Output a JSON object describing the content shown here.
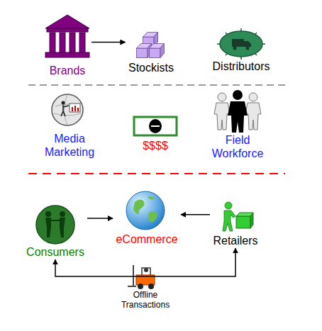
{
  "diagram": {
    "nodes": [
      {
        "text": [
          "Brands"
        ]
      },
      {
        "text": [
          "Stockists"
        ]
      },
      {
        "text": [
          "Distributors"
        ]
      },
      {
        "text": [
          "Media Marketing"
        ]
      },
      {
        "text": [
          "$$$$"
        ]
      },
      {
        "text": [
          "Field Workforce"
        ]
      },
      {
        "text": [
          "Consumers"
        ]
      },
      {
        "text": [
          "eCommerce"
        ]
      },
      {
        "text": [
          "Retailers"
        ]
      },
      {
        "text": [
          "Offline Transactions"
        ]
      }
    ],
    "edges": [
      {
        "from": 0,
        "to": 1,
        "arrow": "to"
      },
      {
        "from": 6,
        "to": 7,
        "arrow": "to"
      },
      {
        "from": 8,
        "to": 7,
        "arrow": "to"
      },
      {
        "from": 6,
        "to": 8,
        "arrow": "both"
      }
    ]
  }
}
